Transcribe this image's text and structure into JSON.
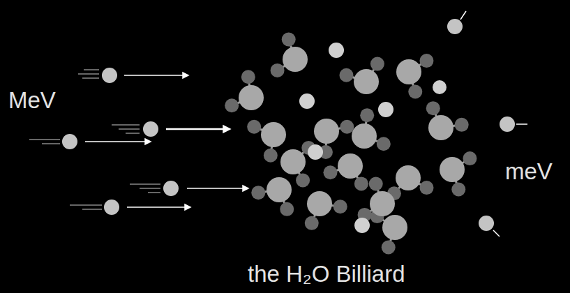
{
  "diagram": {
    "labels": [
      "MeV",
      "meV",
      "the H₂O Billiard"
    ]
  }
}
